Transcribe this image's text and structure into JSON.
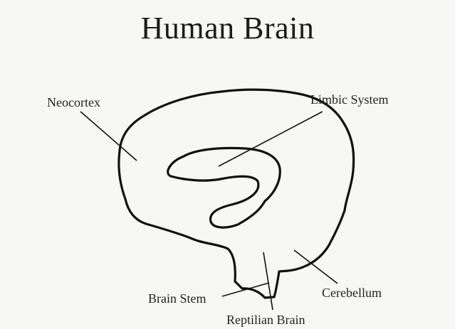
{
  "title": "Human Brain",
  "labels": {
    "neocortex": "Neocortex",
    "limbic_system": "Limbic System",
    "brain_stem": "Brain Stem",
    "cerebellum": "Cerebellum",
    "reptilian_brain": "Reptilian Brain"
  },
  "colors": {
    "background": "#f7f7f5",
    "ink": "#111111"
  }
}
